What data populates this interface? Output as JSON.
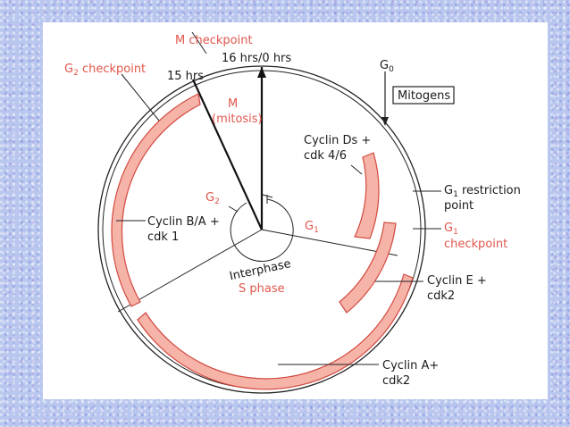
{
  "labels": {
    "m_checkpoint": "M checkpoint",
    "time_top": "16 hrs/0 hrs",
    "time_15": "15 hrs",
    "g2_checkpoint_main": "G",
    "g2_checkpoint_sub": "2",
    "g2_checkpoint_rest": " checkpoint",
    "m_phase": "M",
    "mitosis": "(mitosis)",
    "g0_main": "G",
    "g0_sub": "0",
    "mitogens": "Mitogens",
    "cyclin_ds_1": "Cyclin Ds +",
    "cyclin_ds_2": "cdk 4/6",
    "g1_restriction_main": "G",
    "g1_restriction_sub": "1",
    "g1_restriction_rest": " restriction",
    "g1_restriction_2": "point",
    "g1_checkpoint_main": "G",
    "g1_checkpoint_sub": "1",
    "g1_checkpoint_2": "checkpoint",
    "g2_inner_main": "G",
    "g2_inner_sub": "2",
    "g1_inner_main": "G",
    "g1_inner_sub": "1",
    "cyclin_ba_1": "Cyclin B/A +",
    "cyclin_ba_2": "cdk 1",
    "interphase": "Interphase",
    "s_phase": "S phase",
    "cyclin_e_1": "Cyclin E +",
    "cyclin_e_2": "cdk2",
    "cyclin_a_1": "Cyclin A+",
    "cyclin_a_2": "cdk2"
  },
  "colors": {
    "accent_red": "#e0564b",
    "band_fill": "#f6b3a8",
    "background": "#b9c6ee"
  }
}
